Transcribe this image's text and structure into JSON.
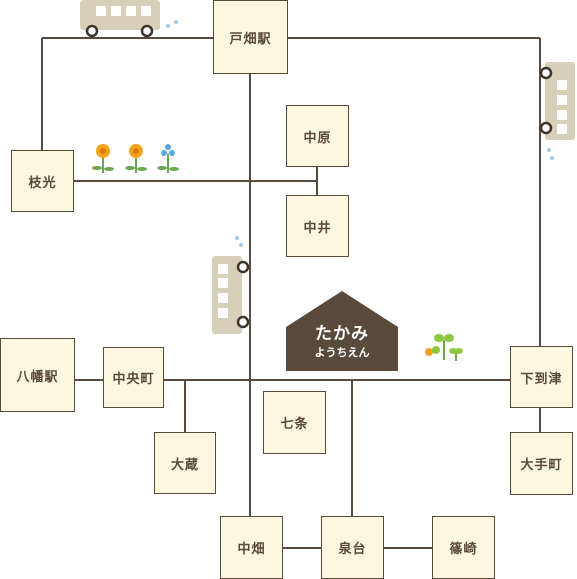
{
  "stops": {
    "tobata_eki": "戸畑駅",
    "nakahara": "中原",
    "edamitsu": "枝光",
    "nakai": "中井",
    "yahata_eki": "八幡駅",
    "chuo_machi": "中央町",
    "shichijo": "七条",
    "shimo_itozu": "下到津",
    "okura": "大蔵",
    "ote_machi": "大手町",
    "nakabata": "中畑",
    "izumidai": "泉台",
    "shinozaki": "篠崎"
  },
  "school": {
    "name": "たかみ",
    "subtitle": "ようちえん",
    "color": "#5a4a3c"
  },
  "colors": {
    "line": "#5a4a3c",
    "stop_fill": "#fcf7df",
    "bus": "#d6d0b8"
  }
}
